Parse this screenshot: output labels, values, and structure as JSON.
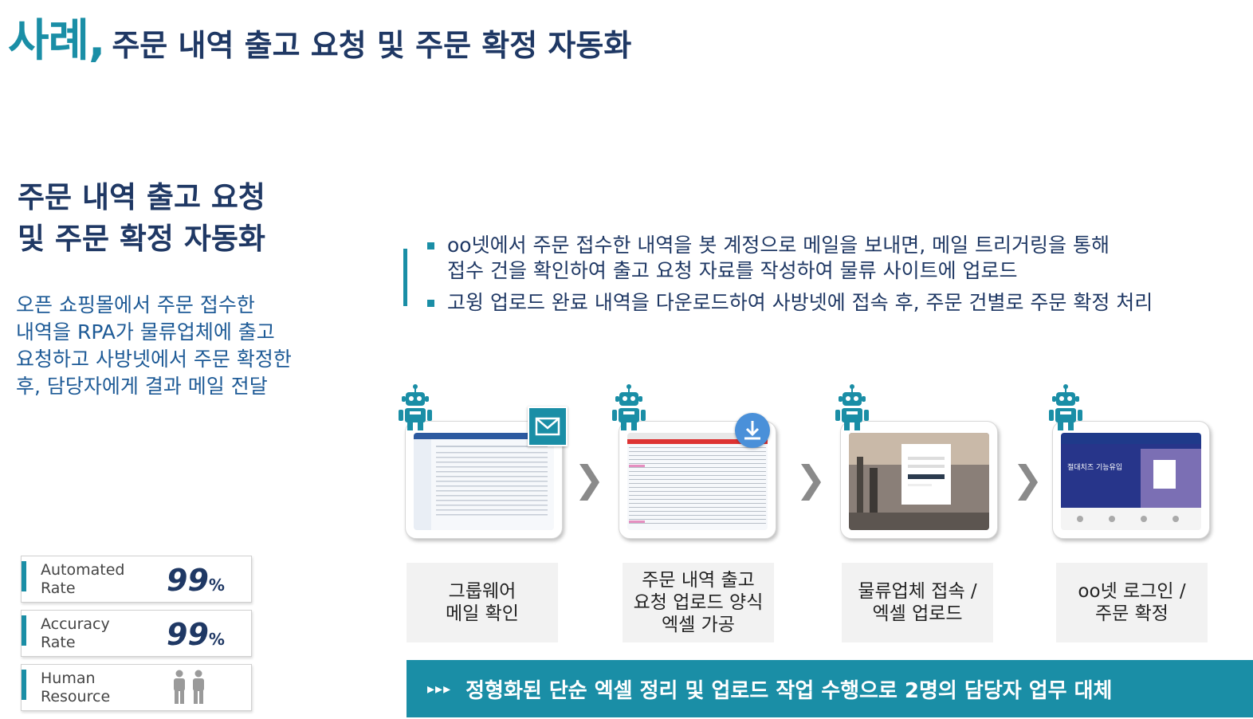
{
  "title": {
    "main": "사례",
    "comma": ",",
    "sub": "주문 내역 출고 요청 및 주문 확정 자동화"
  },
  "left": {
    "heading_line1": "주문 내역 출고 요청",
    "heading_line2": "및 주문 확정 자동화",
    "desc": [
      "오픈 쇼핑몰에서 주문 접수한",
      "내역을 RPA가 물류업체에 출고",
      "요청하고 사방넷에서 주문 확정한",
      "후, 담당자에게 결과 메일 전달"
    ]
  },
  "bullets": [
    {
      "line1": "oo넷에서 주문 접수한 내역을 봇 계정으로 메일을 보내면, 메일 트리거링을 통해",
      "line2": "접수 건을 확인하여 출고 요청 자료를 작성하여 물류 사이트에 업로드"
    },
    {
      "line1": "고윙 업로드 완료 내역을 다운로드하여 사방넷에 접속 후, 주문 건별로 주문 확정 처리",
      "line2": ""
    }
  ],
  "steps": [
    {
      "caption": "그룹웨어\n메일 확인",
      "badge": "mail-icon"
    },
    {
      "caption": "주문 내역 출고\n요청 업로드 양식\n엑셀 가공",
      "badge": "download-icon"
    },
    {
      "caption": "물류업체 접속 /\n엑셀 업로드",
      "badge": ""
    },
    {
      "caption": "oo넷 로그인 /\n주문 확정",
      "badge": ""
    }
  ],
  "step4_screen": {
    "hero_text": "절대치즈 기능유입"
  },
  "metrics": [
    {
      "label": "Automated\nRate",
      "value": "99",
      "unit": "%"
    },
    {
      "label": "Accuracy\nRate",
      "value": "99",
      "unit": "%"
    },
    {
      "label": "Human\nResource",
      "icon": "two-people-icon"
    }
  ],
  "banner": {
    "arrows": "▸▸▸",
    "text": "정형화된 단순 엑셀 정리 및 업로드 작업 수행으로 2명의 담당자 업무 대체"
  },
  "colors": {
    "accent": "#1a8ea6",
    "navy": "#1f3864"
  }
}
